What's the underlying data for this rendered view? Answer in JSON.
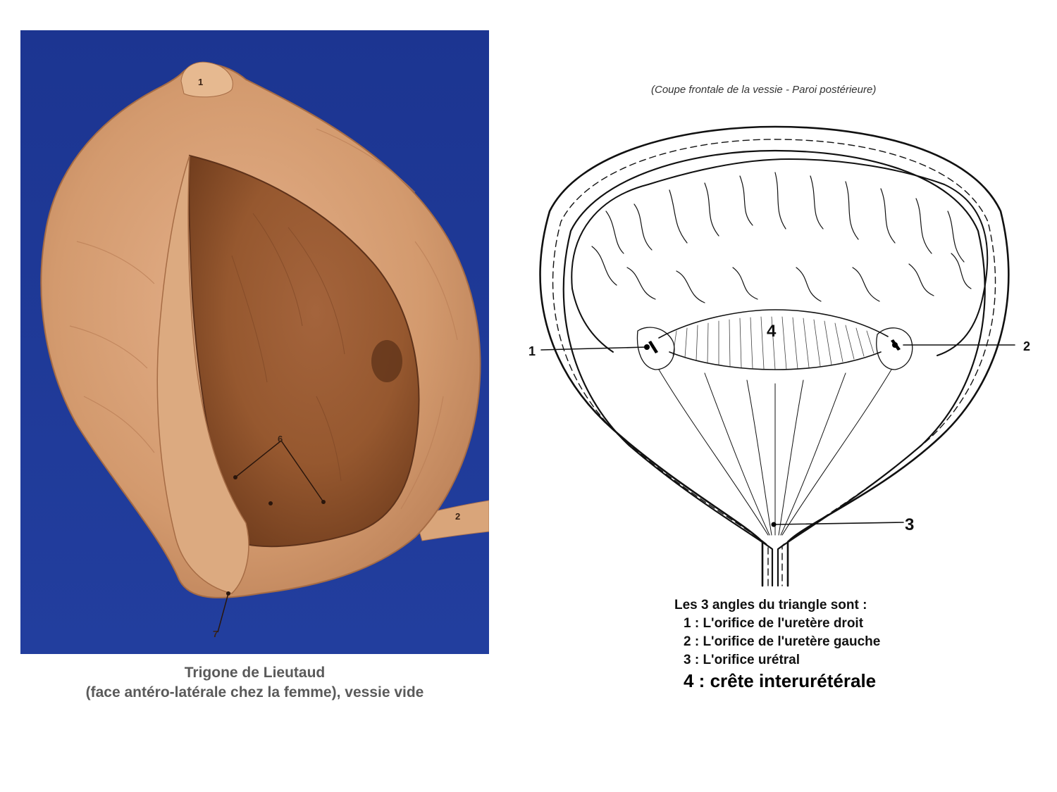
{
  "photo": {
    "labels": [
      "1",
      "2",
      "6",
      "7"
    ],
    "caption_line1": "Trigone de Lieutaud",
    "caption_line2": "(face antéro-latérale chez la femme), vessie vide",
    "colors": {
      "background": "#1d3796",
      "tissue": "#d49a6e",
      "cavity": "#9a5a34"
    }
  },
  "diagram": {
    "subtitle": "(Coupe frontale de la vessie - Paroi postérieure)",
    "labels": {
      "one": "1",
      "two": "2",
      "three": "3",
      "four": "4"
    }
  },
  "legend": {
    "title": "Les 3 angles du triangle sont :",
    "items": [
      "1 : L'orifice de l'uretère droit",
      "2 : L'orifice de l'uretère gauche",
      "3 : L'orifice urétral",
      "4 : crête interurétérale"
    ]
  }
}
